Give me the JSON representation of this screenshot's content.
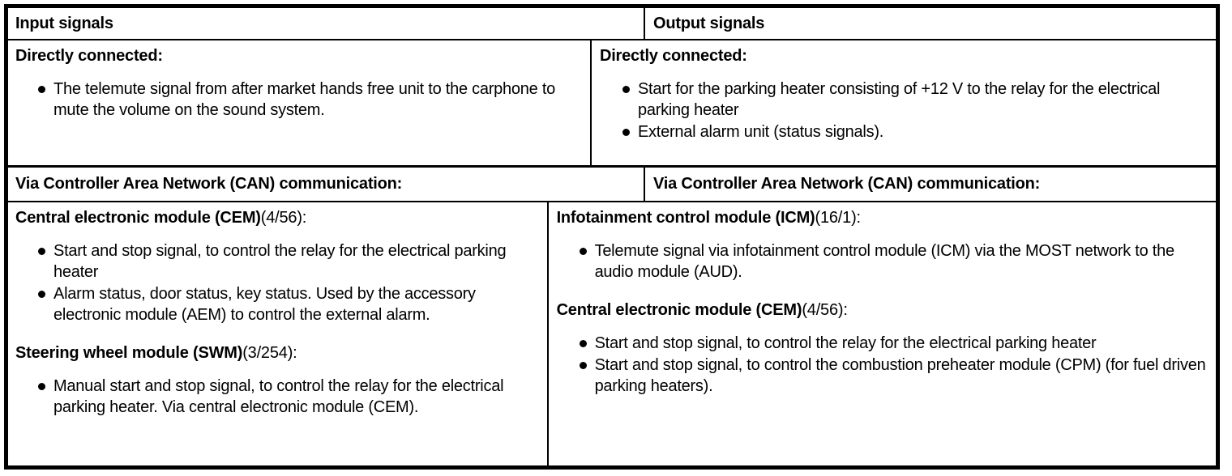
{
  "table": {
    "columns": [
      {
        "header": "Input signals"
      },
      {
        "header": "Output signals"
      }
    ],
    "rows": {
      "directly_connected": {
        "label": "Directly connected:",
        "left_bullets": [
          "The telemute signal from after market hands free unit to the carphone to mute the volume on the sound system."
        ],
        "right_bullets": [
          "Start for the parking heater consisting of +12 V to the relay for the electrical parking heater",
          "External alarm unit (status signals)."
        ]
      },
      "can_header": {
        "left": "Via Controller Area Network (CAN) communication:",
        "right": "Via Controller Area Network (CAN) communication:"
      },
      "can_body": {
        "left_groups": [
          {
            "module_name": "Central electronic module (CEM)",
            "module_code": "(4/56):",
            "bullets": [
              "Start and stop signal, to control the relay for the electrical parking heater",
              "Alarm status, door status, key status. Used by the accessory electronic module (AEM) to control the external alarm."
            ]
          },
          {
            "module_name": "Steering wheel module (SWM)",
            "module_code": "(3/254):",
            "bullets": [
              "Manual start and stop signal, to control the relay for the electrical parking heater. Via central electronic module (CEM)."
            ]
          }
        ],
        "right_groups": [
          {
            "module_name": "Infotainment control module (ICM)",
            "module_code": "(16/1):",
            "bullets": [
              "Telemute signal via infotainment control module (ICM) via the MOST network to the audio module (AUD)."
            ]
          },
          {
            "module_name": "Central electronic module (CEM)",
            "module_code": "(4/56):",
            "bullets": [
              "Start and stop signal, to control the relay for the electrical parking heater",
              "Start and stop signal, to control the combustion preheater module (CPM) (for fuel driven parking heaters)."
            ]
          }
        ]
      }
    }
  }
}
